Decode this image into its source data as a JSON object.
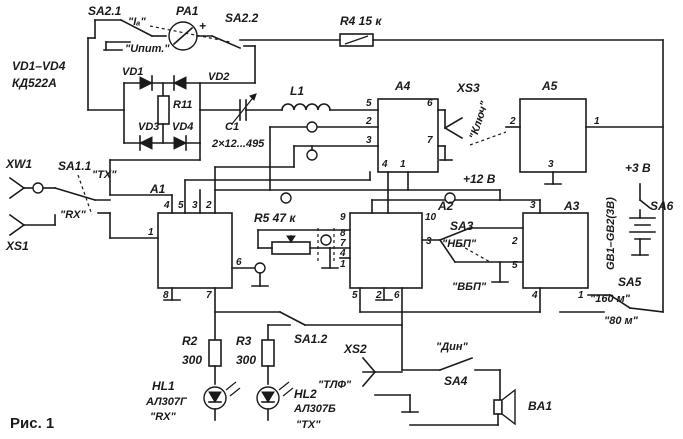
{
  "figure_caption": "Рис. 1",
  "colors": {
    "ink": "#1a1a1a",
    "paper": "#ffffff"
  },
  "labels": {
    "sa2_1": "SA2.1",
    "sa2_1_ia": "\"Iₐ\"",
    "sa2_1_upit": "\"Uпит.\"",
    "pa1": "PA1",
    "pa1_plus": "+",
    "sa2_2": "SA2.2",
    "r4": "R4 15 к",
    "vd_group": "VD1–VD4",
    "vd_type": "КД522A",
    "vd1": "VD1",
    "vd2": "VD2",
    "vd3": "VD3",
    "vd4": "VD4",
    "r11": "R11",
    "c1": "C1",
    "c1_value": "2×12...495",
    "l1": "L1",
    "a4": "A4",
    "a5": "A5",
    "a1": "A1",
    "a2": "A2",
    "a3": "A3",
    "xs3": "XS3",
    "xs3_key": "\"Ключ\"",
    "plus12": "+12 B",
    "plus3": "+3 B",
    "sa6": "SA6",
    "gb": "GB1–GB2(3B)",
    "xw1": "XW1",
    "xs1": "XS1",
    "sa1_1": "SA1.1",
    "tx": "\"TX\"",
    "rx": "\"RX\"",
    "r5": "R5 47 к",
    "sa3": "SA3",
    "nbp": "\"НБП\"",
    "vbp": "\"ВБП\"",
    "sa5": "SA5",
    "m160": "\"160 м\"",
    "m80": "\"80 м\"",
    "r2": "R2",
    "r2_value": "300",
    "r3": "R3",
    "r3_value": "300",
    "sa1_2": "SA1.2",
    "xs2": "XS2",
    "din": "\"Дин\"",
    "tlf": "\"ТЛФ\"",
    "sa4": "SA4",
    "ba1": "BA1",
    "hl1": "HL1",
    "hl1_type": "АЛ307Г",
    "hl1_mode": "\"RX\"",
    "hl2": "HL2",
    "hl2_type": "АЛ307Б",
    "hl2_mode": "\"TX\""
  },
  "pins": {
    "a4_5": "5",
    "a4_6": "6",
    "a4_2": "2",
    "a4_3": "3",
    "a4_7": "7",
    "a4_4": "4",
    "a4_1": "1",
    "a5_2": "2",
    "a5_1": "1",
    "a5_3": "3",
    "a1_4": "4",
    "a1_5": "5",
    "a1_3": "3",
    "a1_2": "2",
    "a1_1": "1",
    "a1_6": "6",
    "a1_8": "8",
    "a1_7": "7",
    "a2_9": "9",
    "a2_10": "10",
    "a2_8": "8",
    "a2_7": "7",
    "a2_4": "4",
    "a2_1": "1",
    "a2_3": "3",
    "a2_5": "5",
    "a2_2": "2",
    "a2_6": "6",
    "a3_3": "3",
    "a3_2": "2",
    "a3_5": "5",
    "a3_4": "4",
    "a3_1": "1"
  }
}
